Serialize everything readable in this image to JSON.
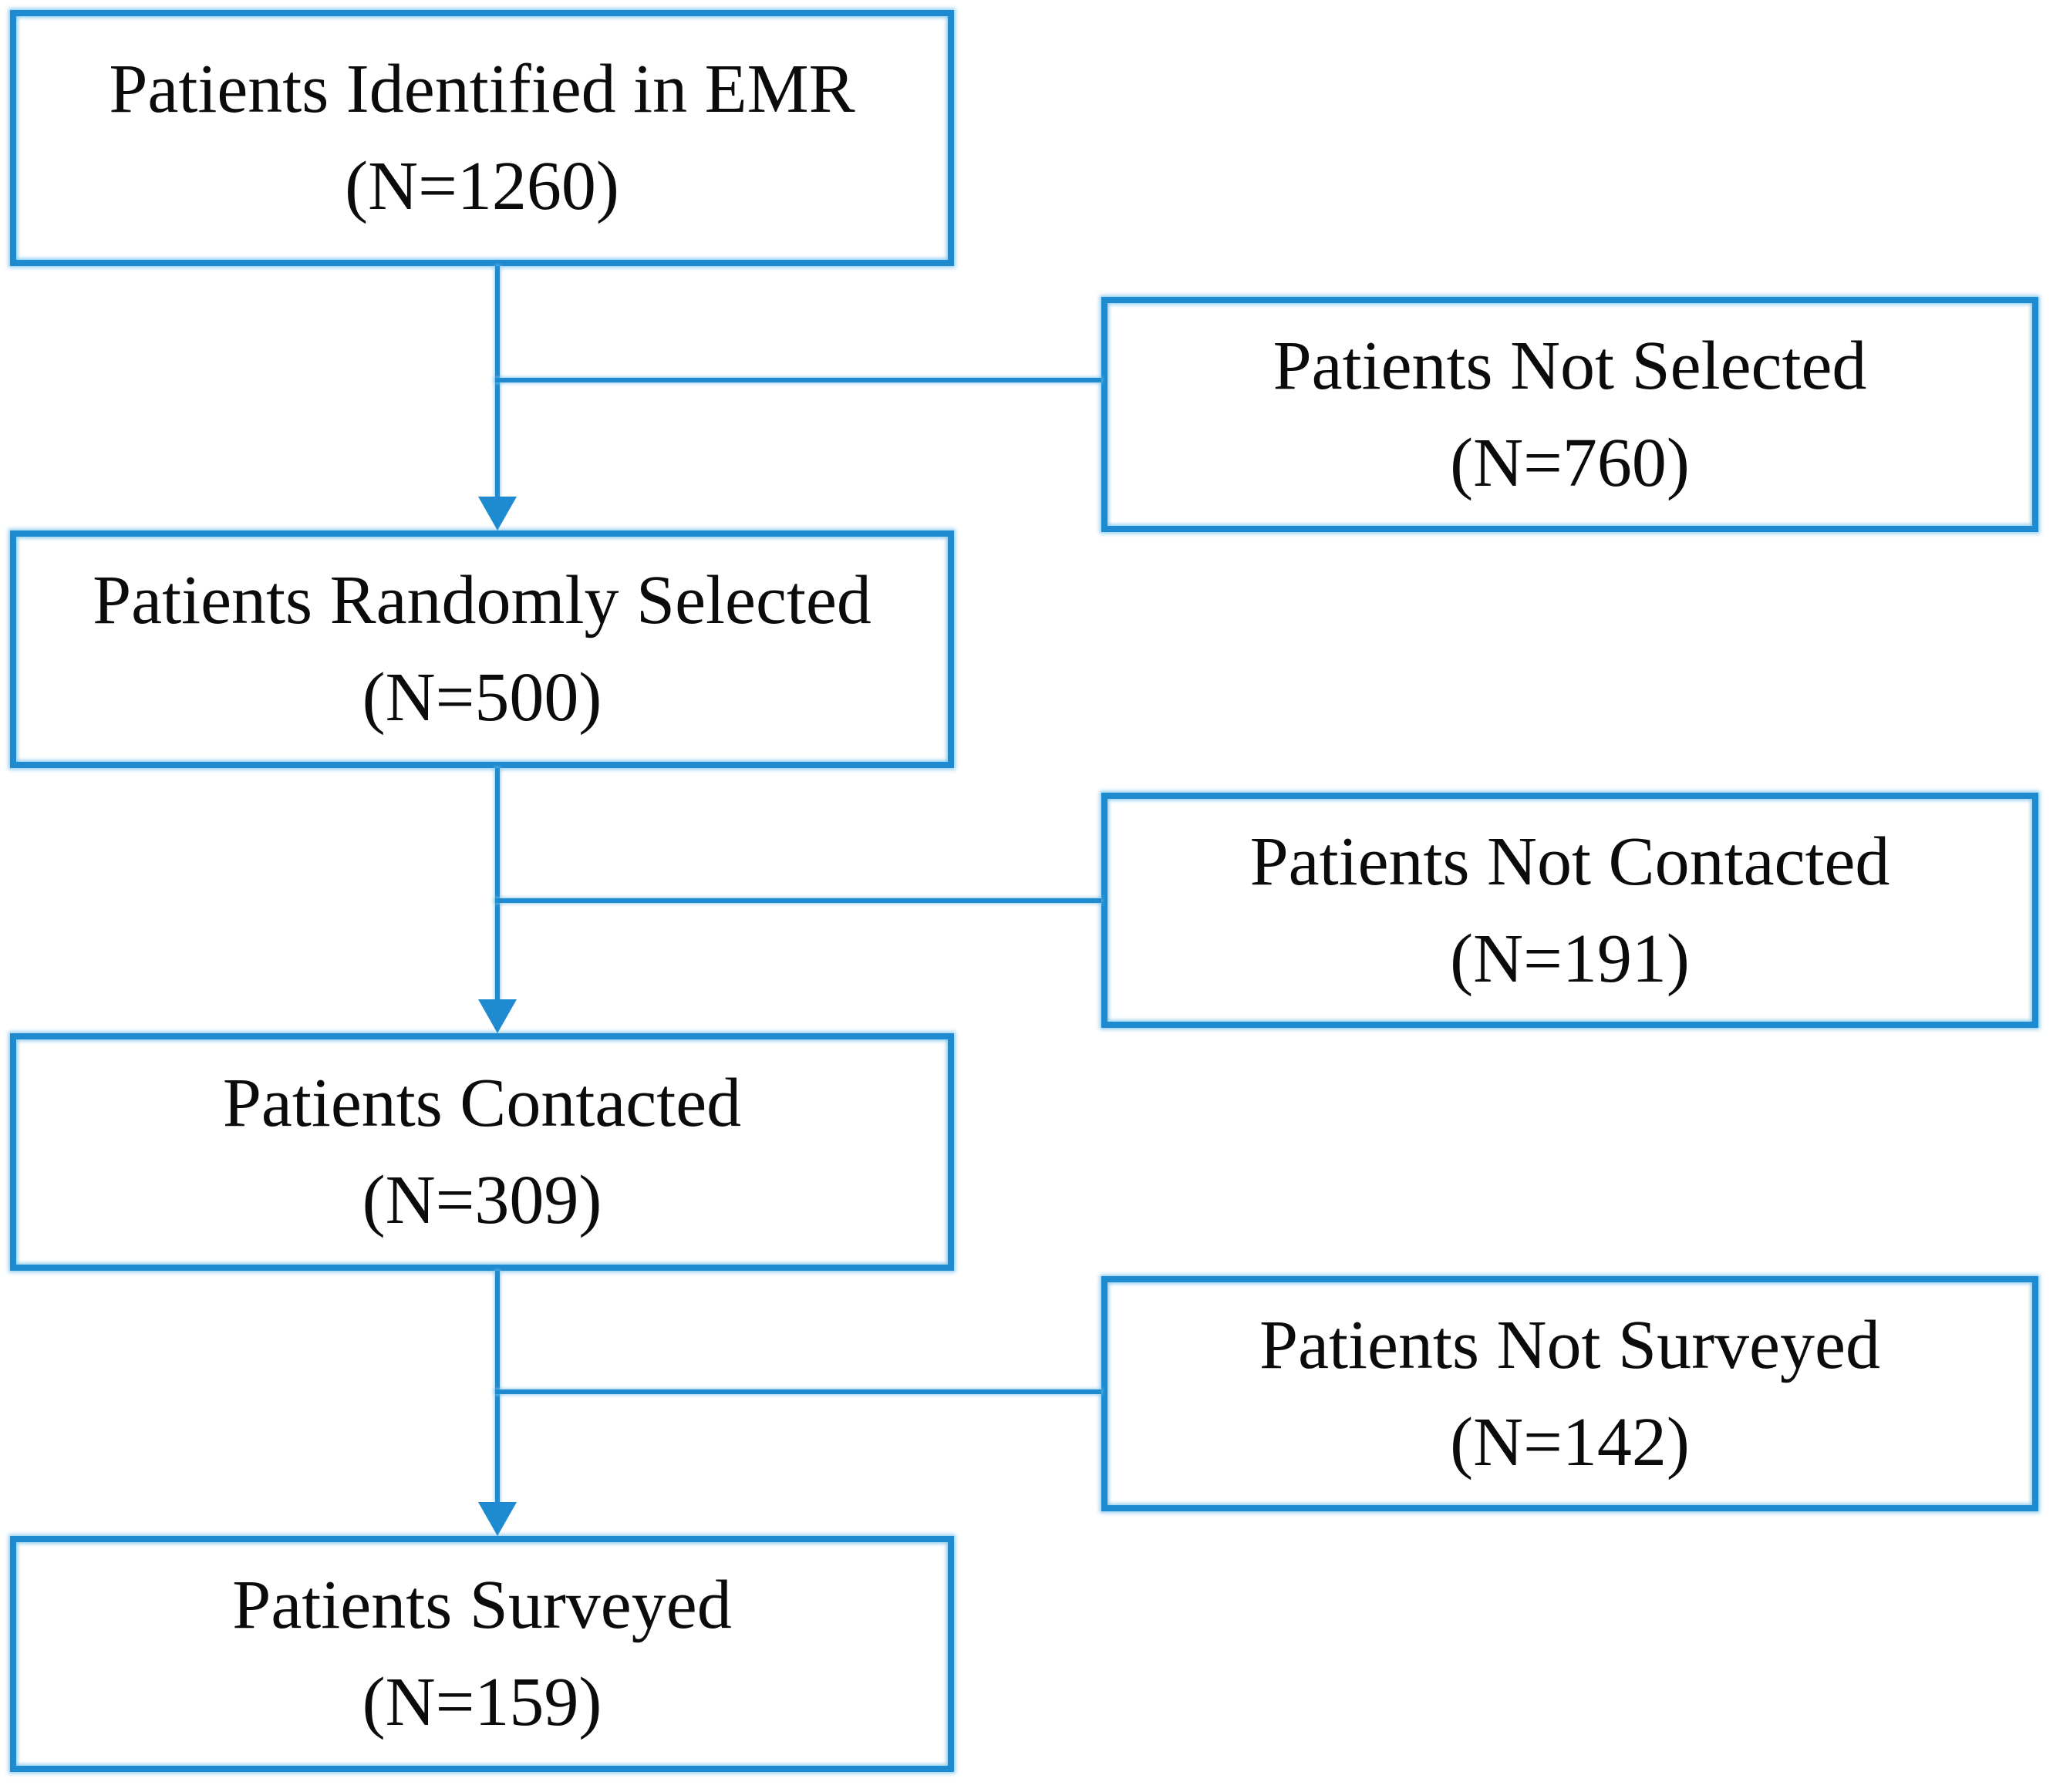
{
  "figure": {
    "type": "patient-flow-diagram",
    "accent_color": "#1E8BD1",
    "text_color": "#000000",
    "background_color": "#FFFFFF"
  },
  "flow": {
    "steps": [
      {
        "id": "identified",
        "label": "Patients Identified in EMR",
        "count": "(N=1260)"
      },
      {
        "id": "randomly_selected",
        "label": "Patients Randomly Selected",
        "count": "(N=500)"
      },
      {
        "id": "contacted",
        "label": "Patients Contacted",
        "count": "(N=309)"
      },
      {
        "id": "surveyed",
        "label": "Patients Surveyed",
        "count": "(N=159)"
      }
    ],
    "exclusions": [
      {
        "id": "not_selected",
        "label": "Patients Not Selected",
        "count": "(N=760)"
      },
      {
        "id": "not_contacted",
        "label": "Patients Not Contacted",
        "count": "(N=191)"
      },
      {
        "id": "not_surveyed",
        "label": "Patients Not Surveyed",
        "count": "(N=142)"
      }
    ]
  }
}
